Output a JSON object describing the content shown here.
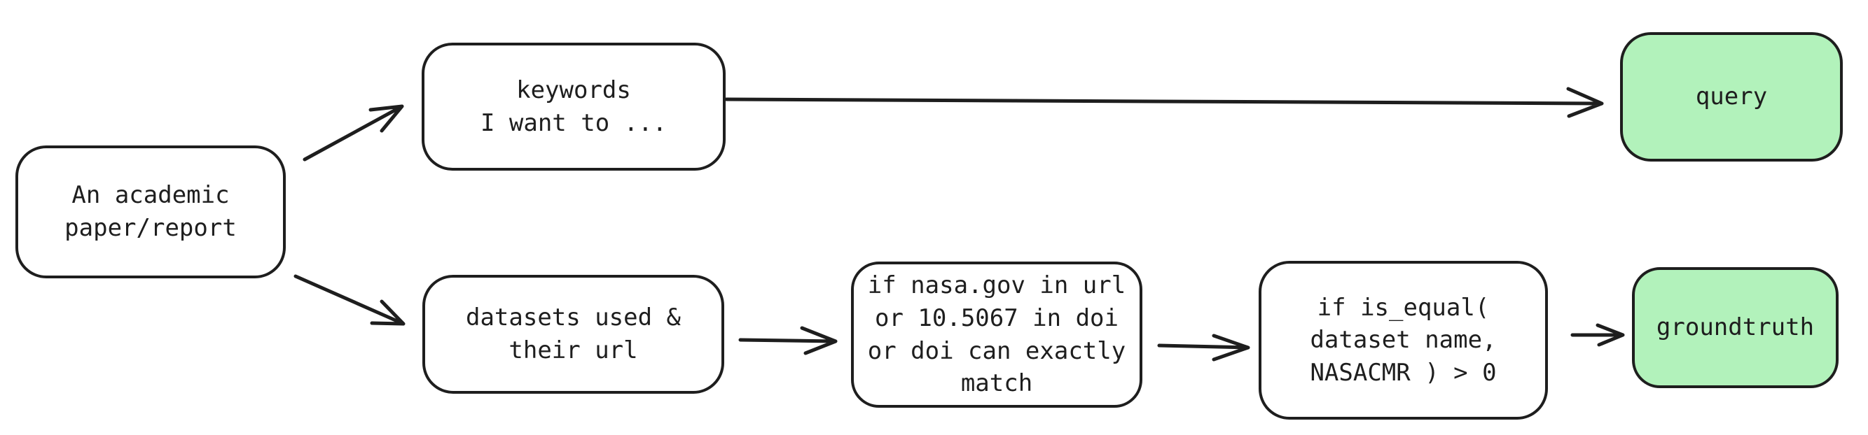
{
  "diagram": {
    "type": "flowchart",
    "title": "",
    "nodes": [
      {
        "id": "paper",
        "label": "An academic\npaper/report",
        "fill": "#ffffff",
        "role": "source"
      },
      {
        "id": "keywords",
        "label": "keywords\nI want to ...",
        "fill": "#ffffff",
        "role": "step"
      },
      {
        "id": "query",
        "label": "query",
        "fill": "#b2f2bb",
        "role": "output"
      },
      {
        "id": "datasets",
        "label": "datasets used &\ntheir url",
        "fill": "#ffffff",
        "role": "step"
      },
      {
        "id": "url-filter",
        "label": "if nasa.gov in url\nor 10.5067 in doi\nor doi can exactly\nmatch",
        "fill": "#ffffff",
        "role": "step"
      },
      {
        "id": "equal-filter",
        "label": "if is_equal(\ndataset name,\nNASACMR ) > 0",
        "fill": "#ffffff",
        "role": "step"
      },
      {
        "id": "groundtruth",
        "label": "groundtruth",
        "fill": "#b2f2bb",
        "role": "output"
      }
    ],
    "edges": [
      {
        "from": "paper",
        "to": "keywords"
      },
      {
        "from": "paper",
        "to": "datasets"
      },
      {
        "from": "keywords",
        "to": "query"
      },
      {
        "from": "datasets",
        "to": "url-filter"
      },
      {
        "from": "url-filter",
        "to": "equal-filter"
      },
      {
        "from": "equal-filter",
        "to": "groundtruth"
      }
    ],
    "colors": {
      "stroke": "#1e1e1e",
      "node_fill": "#ffffff",
      "highlight_fill": "#b2f2bb",
      "background": "#ffffff"
    }
  }
}
